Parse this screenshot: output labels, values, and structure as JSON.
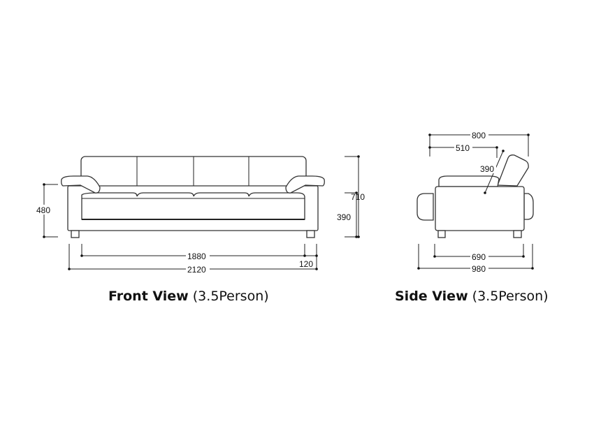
{
  "front_view": {
    "title_bold": "Front View",
    "title_suffix": " (3.5Person)",
    "dimensions": {
      "arm_height": "480",
      "seat_height": "390",
      "total_height": "710",
      "seat_width": "1880",
      "arm_width": "120",
      "total_width": "2120"
    }
  },
  "side_view": {
    "title_bold": "Side View",
    "title_suffix": " (3.5Person)",
    "dimensions": {
      "total_depth_top": "800",
      "seat_depth": "510",
      "back_height": "390",
      "base_depth": "690",
      "total_depth": "980"
    }
  }
}
